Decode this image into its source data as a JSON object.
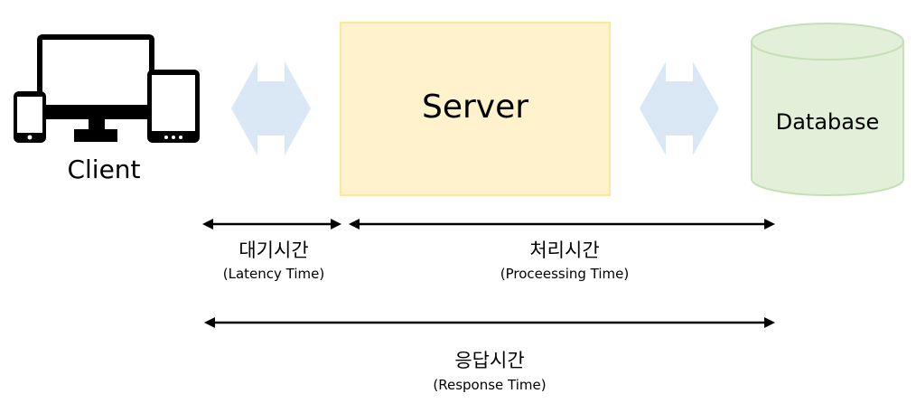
{
  "client": {
    "label": "Client",
    "icon": "devices-icon"
  },
  "server": {
    "label": "Server",
    "color": "#FFF2CC",
    "border": "#FFE699"
  },
  "database": {
    "label": "Database",
    "color": "#E2F0D9",
    "border": "#C5E0B4"
  },
  "connector_color": "#DAE8F6",
  "timings": {
    "latency": {
      "title": "대기시간",
      "subtitle": "(Latency Time)"
    },
    "processing": {
      "title": "처리시간",
      "subtitle": "(Proceessing Time)"
    },
    "response": {
      "title": "응답시간",
      "subtitle": "(Response Time)"
    }
  }
}
